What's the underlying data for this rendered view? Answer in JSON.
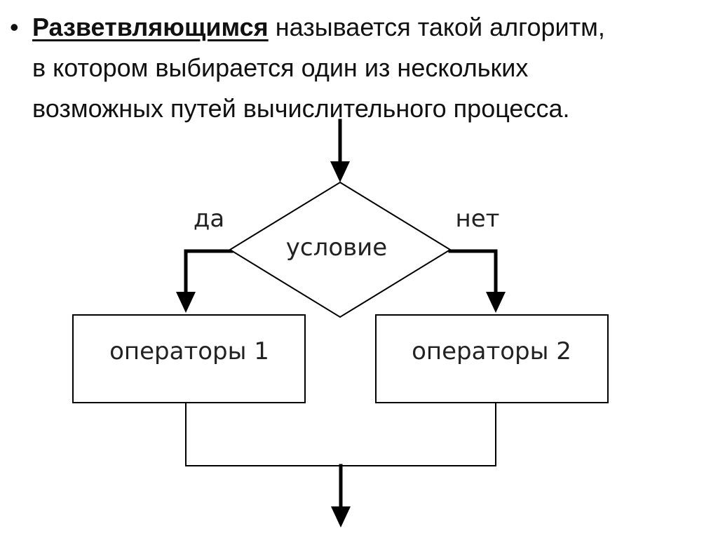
{
  "definition": {
    "bullet": "•",
    "term": "Разветвляющимся",
    "rest_line1": " называется такой алгоритм,",
    "line2": "в котором выбирается один из нескольких",
    "line3": "возможных путей вычислительного процесса."
  },
  "flowchart": {
    "condition_label": "условие",
    "yes_label": "да",
    "no_label": "нет",
    "operators1_label": "операторы 1",
    "operators2_label": "операторы 2"
  }
}
